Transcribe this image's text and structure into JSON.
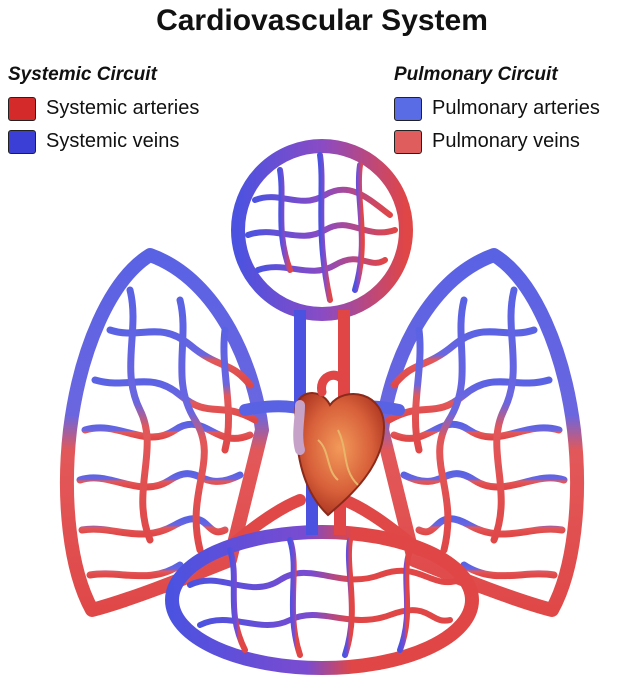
{
  "title": "Cardiovascular System",
  "legend": {
    "systemic": {
      "heading": "Systemic Circuit",
      "items": [
        {
          "label": "Systemic arteries",
          "color": "#d42a2a"
        },
        {
          "label": "Systemic veins",
          "color": "#3b3fd6"
        }
      ]
    },
    "pulmonary": {
      "heading": "Pulmonary Circuit",
      "items": [
        {
          "label": "Pulmonary arteries",
          "color": "#5a6be6"
        },
        {
          "label": "Pulmonary veins",
          "color": "#e05d5d"
        }
      ]
    }
  },
  "colors": {
    "artery": "#e04646",
    "vein": "#4c52e0",
    "heart": "#d0572f"
  }
}
